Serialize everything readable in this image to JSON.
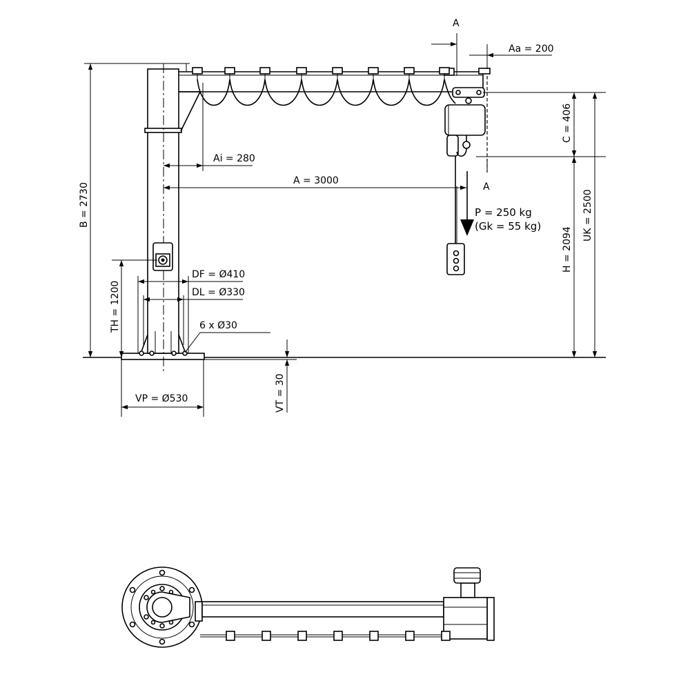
{
  "drawing": {
    "section_mark": "A",
    "dimensions": {
      "aa": "Aa = 200",
      "b": "B = 2730",
      "c": "C = 406",
      "ai": "Ai = 280",
      "a": "A = 3000",
      "uk": "UK = 2500",
      "h": "H = 2094",
      "df": "DF = Ø410",
      "dl": "DL = Ø330",
      "holes": "6 x Ø30",
      "th": "TH = 1200",
      "vp": "VP = Ø530",
      "vt": "VT = 30"
    },
    "load": {
      "p": "P = 250 kg",
      "gk": "(Gk = 55 kg)"
    }
  }
}
